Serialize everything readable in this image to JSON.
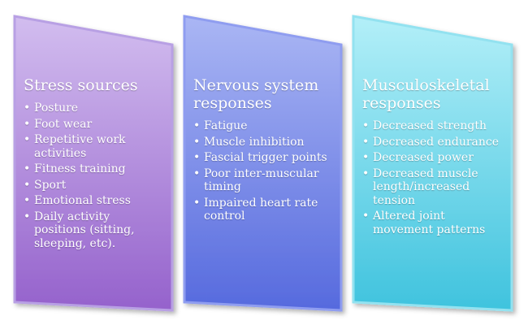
{
  "panels": [
    {
      "title": "Stress sources",
      "items": [
        "Posture",
        "Foot wear",
        "Repetitive work activities",
        "Fitness training",
        "Sport",
        "Emotional stress",
        "Daily activity positions (sitting, sleeping, etc)."
      ],
      "colors": {
        "top": "#cdb6ec",
        "bottom": "#9a67cf",
        "edge": "#b59ae3"
      }
    },
    {
      "title": "Nervous system responses",
      "items": [
        "Fatigue",
        "Muscle inhibition",
        "Fascial trigger points",
        "Poor inter-muscular timing",
        "Impaired heart rate control"
      ],
      "colors": {
        "top": "#a8b3f3",
        "bottom": "#5a6fe0",
        "edge": "#8e9cf1"
      }
    },
    {
      "title": "Musculoskeletal responses",
      "items": [
        "Decreased strength",
        "Decreased endurance",
        "Decreased power",
        "Decreased muscle length/increased tension",
        "Altered joint movement patterns"
      ],
      "colors": {
        "top": "#a9ecf7",
        "bottom": "#45c6e0",
        "edge": "#8fe0ef"
      }
    }
  ],
  "bullet_glyph": "•"
}
